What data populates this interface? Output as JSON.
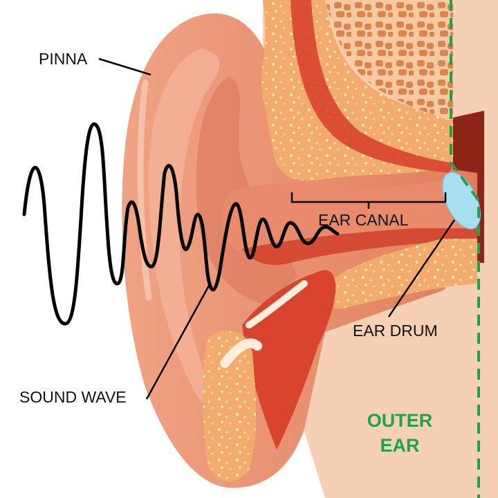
{
  "labels": {
    "pinna": "PINNA",
    "ear_canal": "EAR CANAL",
    "ear_drum": "EAR DRUM",
    "sound_wave": "SOUND WAVE"
  },
  "region": {
    "line1": "OUTER",
    "line2": "EAR"
  },
  "colors": {
    "region_text": "#1fa34a",
    "region_line": "#1fa34a",
    "skin": "#e88f6c",
    "skin_dark": "#c9664a",
    "bone": "#f2ab6c",
    "bone_spots": "#fde4a8",
    "muscle": "#d9442f",
    "eardrum": "#a8dff0",
    "wave": "#000000"
  },
  "icons": {
    "ear": "ear-cross-section-illustration"
  }
}
